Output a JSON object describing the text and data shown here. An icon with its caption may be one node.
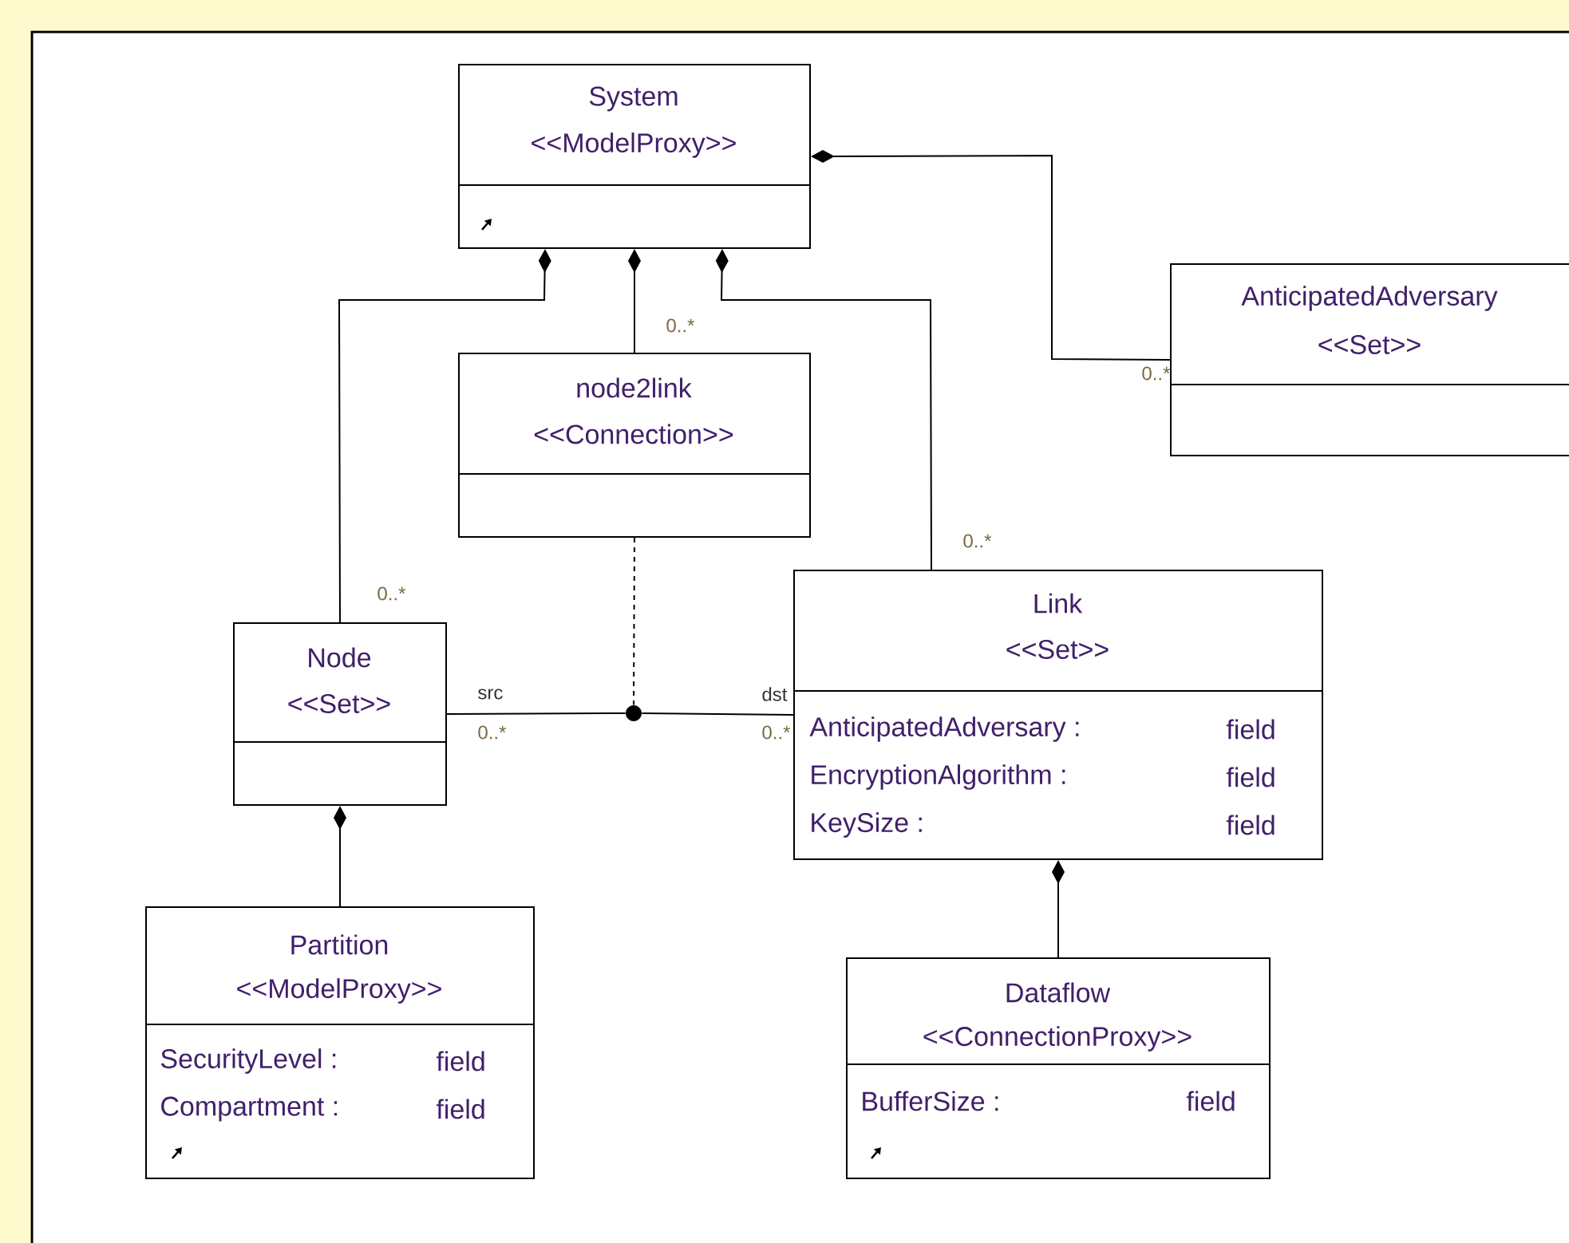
{
  "diagram": {
    "nodes": [
      {
        "text": [
          "System",
          "<<ModelProxy>>"
        ]
      },
      {
        "text": [
          "node2link",
          "<<Connection>>"
        ]
      },
      {
        "text": [
          "AnticipatedAdversary",
          "<<Set>>"
        ]
      },
      {
        "text": [
          "Node",
          "<<Set>>"
        ]
      },
      {
        "text": [
          "Link",
          "<<Set>>",
          "AnticipatedAdversary :",
          "field",
          "EncryptionAlgorithm :",
          "field",
          "KeySize :",
          "field"
        ]
      },
      {
        "text": [],
        "shape": "circle"
      },
      {
        "text": [
          "Partition",
          "<<ModelProxy>>",
          "SecurityLevel :",
          "field",
          "Compartment :",
          "field"
        ]
      },
      {
        "text": [
          "Dataflow",
          "<<ConnectionProxy>>",
          "BufferSize :",
          "field"
        ]
      }
    ],
    "edges": [
      {
        "from": 0,
        "to": 3,
        "arrow": "other",
        "label": "0..*"
      },
      {
        "from": 0,
        "to": 1,
        "arrow": "other",
        "label": "0..*"
      },
      {
        "from": 0,
        "to": 4,
        "arrow": "other",
        "label": "0..*"
      },
      {
        "from": 0,
        "to": 2,
        "arrow": "other",
        "label": "0..*"
      },
      {
        "from": 3,
        "to": 6,
        "arrow": "other"
      },
      {
        "from": 4,
        "to": 7,
        "arrow": "other"
      },
      {
        "from": 3,
        "to": 5,
        "arrow": "none",
        "label": "src"
      },
      {
        "from": 5,
        "to": 4,
        "arrow": "none",
        "label": "dst"
      },
      {
        "from": 1,
        "to": 5,
        "arrow": "none",
        "style": "dashed"
      }
    ],
    "labels": [
      "0..*",
      "0..*"
    ]
  }
}
